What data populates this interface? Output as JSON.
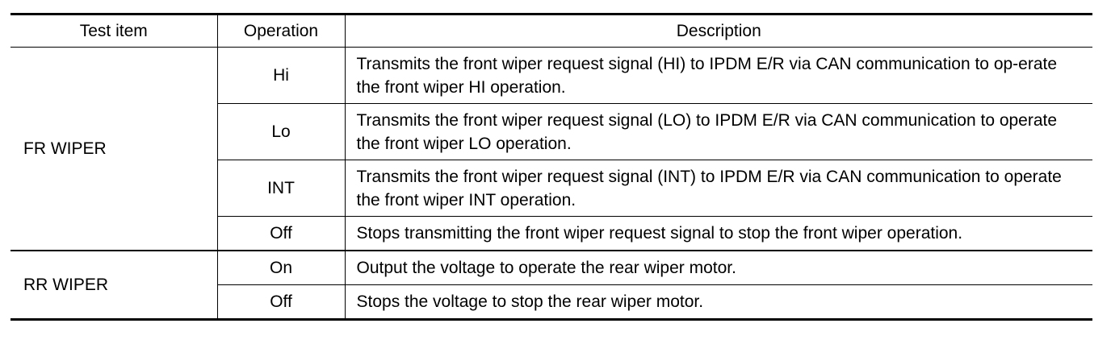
{
  "table": {
    "headers": {
      "test_item": "Test item",
      "operation": "Operation",
      "description": "Description"
    },
    "groups": [
      {
        "test_item": "FR WIPER",
        "rows": [
          {
            "operation": "Hi",
            "description": "Transmits the front wiper request signal (HI) to IPDM E/R via CAN communication to op-erate the front wiper HI operation."
          },
          {
            "operation": "Lo",
            "description": "Transmits the front wiper request signal (LO) to IPDM E/R via CAN communication to operate the front wiper LO operation."
          },
          {
            "operation": "INT",
            "description": "Transmits the front wiper request signal (INT) to IPDM E/R via CAN communication to operate the front wiper INT operation."
          },
          {
            "operation": "Off",
            "description": "Stops transmitting the front wiper request signal to stop the front wiper operation."
          }
        ]
      },
      {
        "test_item": "RR WIPER",
        "rows": [
          {
            "operation": "On",
            "description": "Output the voltage to operate the rear wiper motor."
          },
          {
            "operation": "Off",
            "description": "Stops the voltage to stop the rear wiper motor."
          }
        ]
      }
    ]
  }
}
